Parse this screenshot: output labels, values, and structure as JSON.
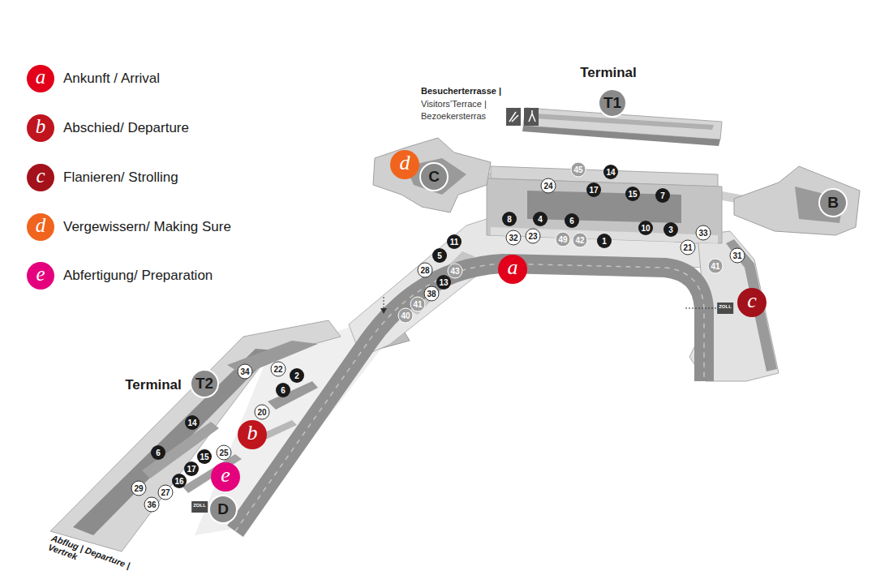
{
  "diagram": {
    "labels": [
      "Terminal",
      "T1",
      "Besucherterrasse |",
      "Visitors’Terrace |",
      "Bezoekersterras",
      "d",
      "C",
      "45",
      "14",
      "24",
      "17",
      "15",
      "7",
      "B",
      "8",
      "4",
      "6",
      "10",
      "3",
      "33",
      "32",
      "23",
      "49",
      "42",
      "1",
      "11",
      "21",
      "31",
      "5",
      "28",
      "43",
      "41",
      "a",
      "13",
      "38",
      "c",
      "ZOLL",
      "41",
      "40",
      "34",
      "22",
      "2",
      "Terminal",
      "T2",
      "6",
      "20",
      "14",
      "b",
      "6",
      "15",
      "25",
      "17",
      "e",
      "16",
      "29",
      "27",
      "36",
      "ZOLL",
      "D",
      "Abflug | Departure | Vertrek",
      "a",
      "b",
      "c",
      "d",
      "e"
    ],
    "legend": [
      {
        "text": "Ankunft / Arrival",
        "color": "#e2001a"
      },
      {
        "text": "Abschied/ Departure",
        "color": "#c0141f"
      },
      {
        "text": "Flanieren/ Strolling",
        "color": "#a3111b"
      },
      {
        "text": "Vergewissern/ Making Sure",
        "color": "#f0641e"
      },
      {
        "text": "Abfertigung/ Preparation",
        "color": "#e5007d"
      }
    ]
  }
}
